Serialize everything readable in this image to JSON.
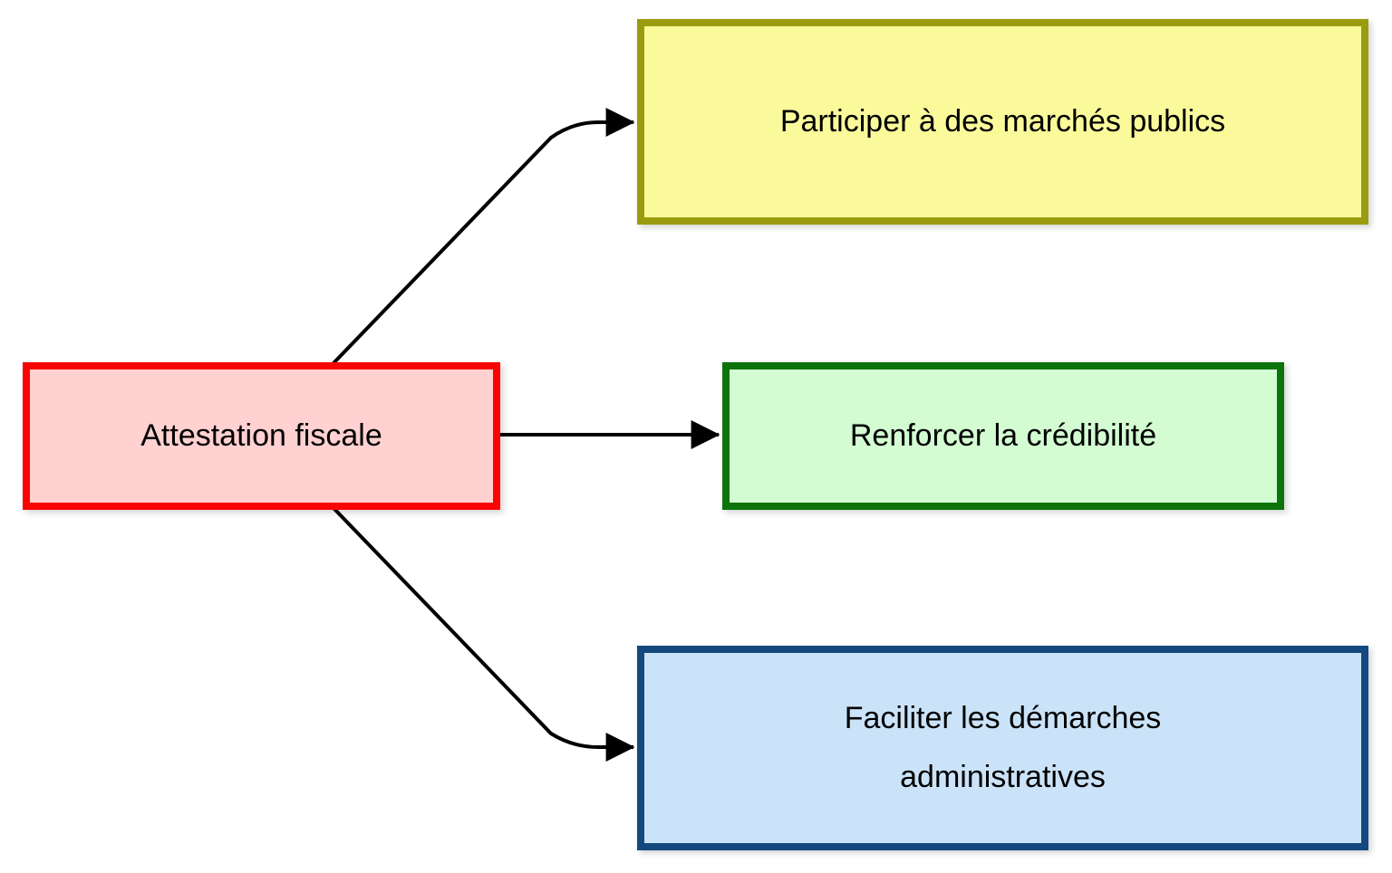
{
  "diagram": {
    "nodes": {
      "source": {
        "label": "Attestation fiscale",
        "fill": "#FFD1D1",
        "border": "#F90404"
      },
      "marches": {
        "label": "Participer à des marchés publics",
        "fill": "#FAFA9B",
        "border": "#9B9B10"
      },
      "credibilite": {
        "label": "Renforcer la crédibilité",
        "fill": "#D3FCD3",
        "border": "#0B740B"
      },
      "demarches": {
        "label": "Faciliter les démarches administratives",
        "fill": "#CBE3F8",
        "border": "#14497F"
      }
    },
    "edges": [
      {
        "from": "Attestation fiscale",
        "to": "Participer à des marchés publics"
      },
      {
        "from": "Attestation fiscale",
        "to": "Renforcer la crédibilité"
      },
      {
        "from": "Attestation fiscale",
        "to": "Faciliter les démarches administratives"
      }
    ],
    "arrow_color": "#000000"
  }
}
